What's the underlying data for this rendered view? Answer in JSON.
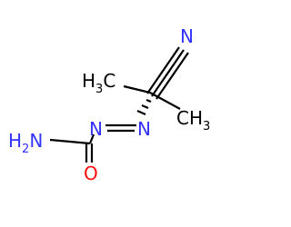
{
  "molecule": {
    "atoms": {
      "nitrile_n": "N",
      "methyl_left": {
        "element": "H",
        "count": "3",
        "carbon": "C"
      },
      "methyl_right": {
        "element": "C",
        "carbon": "H",
        "count": "3"
      },
      "azo_n1": "N",
      "azo_n2": "N",
      "amide_n": {
        "element": "H",
        "count": "2",
        "nitrogen": "N"
      },
      "carbonyl_o": "O"
    }
  },
  "colors": {
    "bond": "#000000",
    "nitrogen": "#3333ff",
    "oxygen": "#ff0d0d",
    "carbon_hydrogen": "#000000"
  }
}
